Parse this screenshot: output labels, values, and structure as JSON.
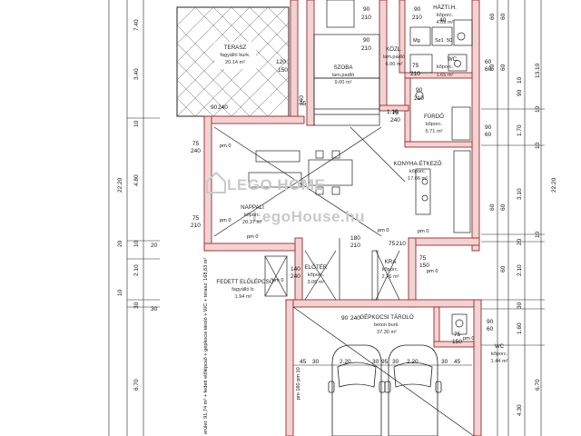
{
  "rooms": {
    "terasz": {
      "name": "TERASZ",
      "line1": "fagyálló burk.",
      "area": "20.14 m²"
    },
    "szoba": {
      "name": "SZOBA",
      "line1": "lam.padló",
      "area": "9.00 m²"
    },
    "kozl": {
      "name": "KÖZL.",
      "line1": "lam.padló",
      "area": "6.00 m²"
    },
    "haztih": {
      "name": "HÁZTI.H.",
      "line1": "kőporc.",
      "area": "4.09 m²"
    },
    "wc1": {
      "name": "WC",
      "line1": "kőporc.",
      "area": "1.65 m²"
    },
    "furdo": {
      "name": "FÜRDŐ",
      "line1": "kőporc.",
      "area": "5.71 m²"
    },
    "konyha": {
      "name": "KONYHA-ÉTKEZŐ",
      "line1": "kőporc.",
      "area": "17.06 m²"
    },
    "nappali": {
      "name": "NAPPALI",
      "line1": "kőporc.",
      "area": "20.37 m²"
    },
    "eloter": {
      "name": "ELŐTÉR",
      "line1": "kőporc.",
      "area": "3.06 m²"
    },
    "kra": {
      "name": "KRA",
      "line1": "kőporc.",
      "area": "2.76 m²"
    },
    "fedett": {
      "name": "FEDETT ELŐLÉPCSŐ",
      "line1": "fagyálló b.",
      "area": "1.94 m²"
    },
    "garage": {
      "name": "GÉPKOCSI TÁROLÓ",
      "line1": "beton burk.",
      "area": "37.30 m²"
    },
    "wc2": {
      "name": "WC",
      "line1": "kőporc.",
      "area": "1.44 m²"
    }
  },
  "labels": {
    "msz": "Mg",
    "sz1": "Sz1",
    "n50": "50",
    "pm0_a": "pm 0",
    "pm0_b": "pm 0",
    "pm0_c": "pm 0",
    "pm0_d": "pm 0",
    "pm0_e": "pm 0",
    "pm0_f": "pm 0",
    "pm0_g": "pm 0",
    "pm0_h": "pm 0",
    "pm160": "pm 160 pm 10"
  },
  "openings": {
    "d_90_210_a": "90",
    "d_90_210_a2": "210",
    "d_90_210_b": "90",
    "d_90_210_b2": "210",
    "d_90_210_c": "90",
    "d_90_210_c2": "210",
    "d_120_150": "120",
    "d_120_150b": "150",
    "d_75_240_a": "75",
    "d_75_240_a2": "240",
    "d_75_240_b": "75",
    "d_75_240_b2": "240",
    "d_75_210": "75",
    "d_75_210b": "210",
    "d_90_210_d": "90",
    "d_90_210_d2": "210",
    "d_75_210_e": "75",
    "d_75_210_e2": "210",
    "d_180": "180",
    "d_210": "210",
    "d_75_210_f": "75",
    "d_75_210_f2": "210",
    "d_90_240_g": "90",
    "d_90_240_g2": "240",
    "d_140_240": "140",
    "d_140_240b": "240",
    "d_90_240": "90",
    "d_90_240b": "240",
    "d_75_150_h": "75",
    "d_75_150_h2": "150",
    "d_75_240_k": "75",
    "d_75_240_k2": "240",
    "d_75_150_w": "75",
    "d_75_150_w2": "150",
    "d_90_60_a": "90",
    "d_90_60_b": "60",
    "d_90_60_c": "90",
    "d_90_60_d": "60",
    "d_60_60": "60",
    "d_60_60b": "60"
  },
  "dims_left": [
    "7.40",
    "3.40",
    "10",
    "4.80",
    "10",
    "20",
    "2.10",
    "10",
    "30",
    "6.70"
  ],
  "dims_left_total": "22.20",
  "dims_right": [
    "60",
    "60",
    "60",
    "60",
    "10",
    "90",
    "60",
    "60",
    "3.10",
    "20",
    "2.10",
    "30",
    "1.60",
    "60",
    "4.30"
  ],
  "dims_right_total": "22.20",
  "dims_right_b": [
    "13.10",
    "10",
    "1.70",
    "10",
    "10",
    "6.70"
  ],
  "dims_garage": [
    "45",
    "30",
    "2.20",
    "30",
    "95",
    "30",
    "2.20",
    "30",
    "45"
  ],
  "dims_misc": {
    "d110": "1.10",
    "d40": "40",
    "d20": "20",
    "d30": "30"
  },
  "side_note": "erület: 91,74 m² + fedett előlépcső + gépkocsi tároló + WC + terasz: 168,63 m²",
  "watermark": {
    "brand": "LEGO HOME",
    "site": "LegoHouse.hu"
  },
  "colors": {
    "wall_fill": "#f2d3d3",
    "wall_line": "#9b2b2b",
    "line": "#222222"
  }
}
